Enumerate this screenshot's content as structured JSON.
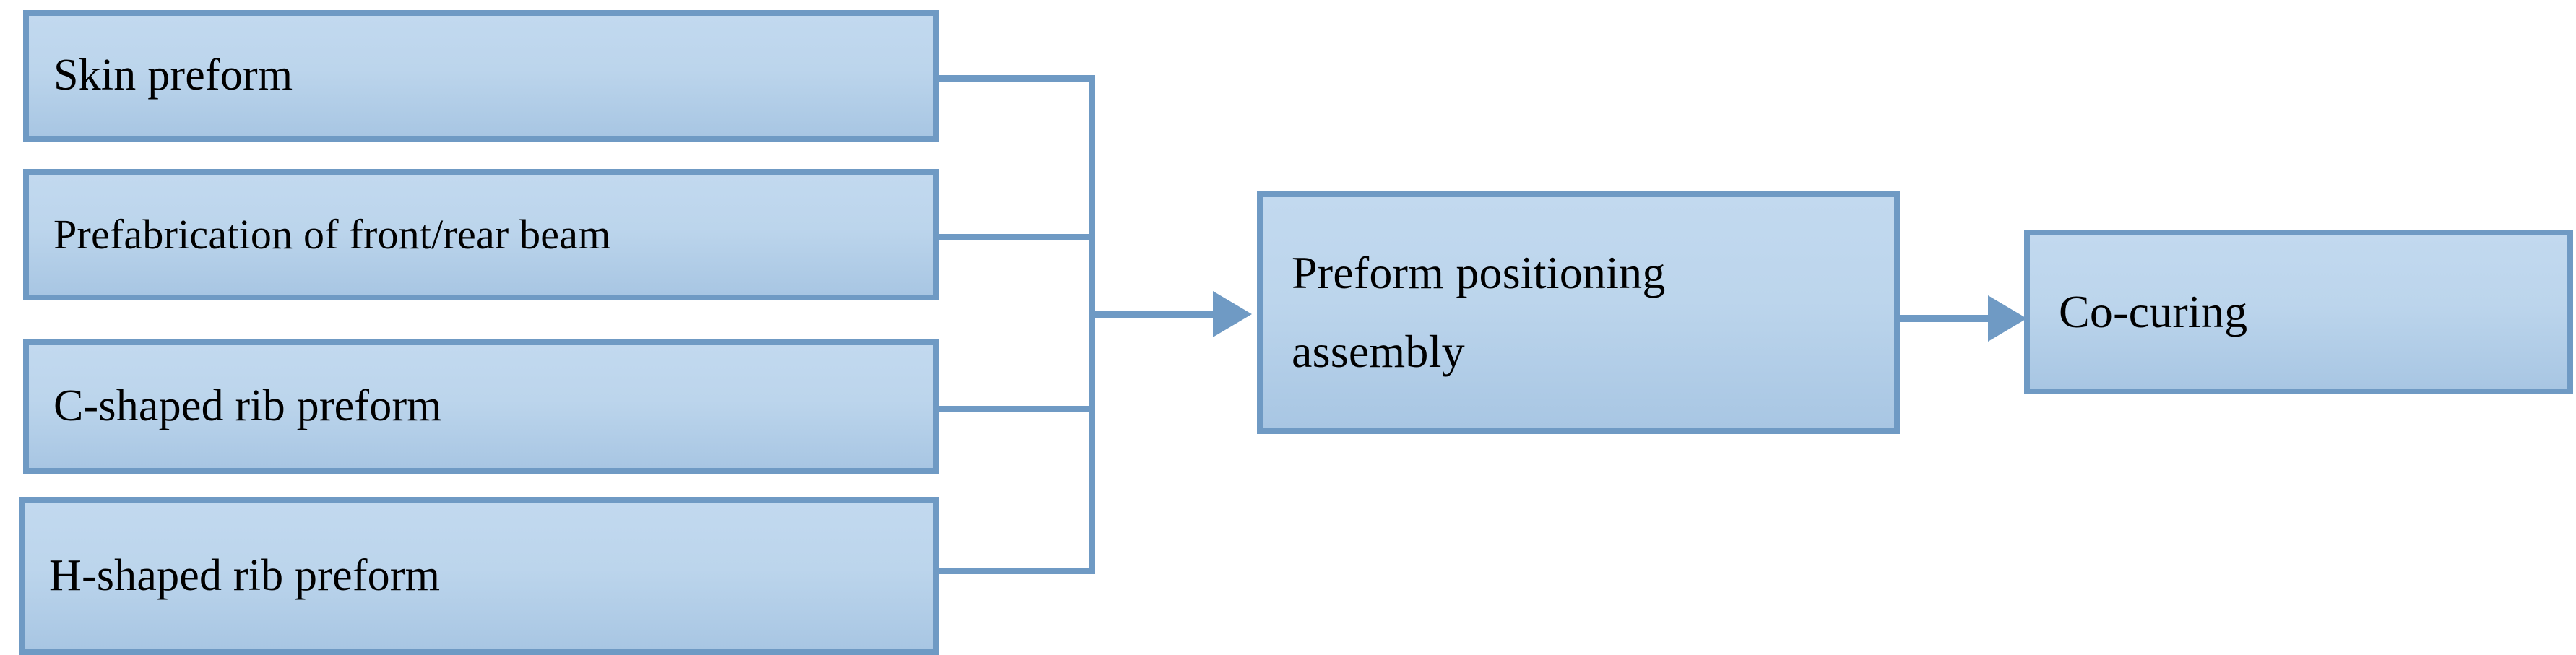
{
  "diagram": {
    "type": "flowchart",
    "orientation": "left-to-right",
    "background_color": "#FFFFFF",
    "box_border_color": "#6F9AC4",
    "box_fill_top_color": "#C2D9EF",
    "box_fill_bottom_color": "#A8C6E3",
    "connector_color": "#6F9AC4",
    "text_color": "#000000",
    "nodes": [
      {
        "id": "skin-preform",
        "label": "Skin preform",
        "column": "inputs",
        "row": 1
      },
      {
        "id": "prefab-beam",
        "label": "Prefabrication of front/rear beam",
        "column": "inputs",
        "row": 2
      },
      {
        "id": "c-rib-preform",
        "label": "C-shaped rib preform",
        "column": "inputs",
        "row": 3
      },
      {
        "id": "h-rib-preform",
        "label": "H-shaped rib preform",
        "column": "inputs",
        "row": 4
      },
      {
        "id": "preform-assembly",
        "label": "Preform positioning\nassembly",
        "column": "stage",
        "row": 1
      },
      {
        "id": "co-curing",
        "label": "Co-curing",
        "column": "final",
        "row": 1
      }
    ],
    "edges": [
      {
        "from": "skin-preform",
        "to": "preform-assembly",
        "style": "orthogonal-merge",
        "arrowhead": false
      },
      {
        "from": "prefab-beam",
        "to": "preform-assembly",
        "style": "orthogonal-merge",
        "arrowhead": false
      },
      {
        "from": "c-rib-preform",
        "to": "preform-assembly",
        "style": "orthogonal-merge",
        "arrowhead": false
      },
      {
        "from": "h-rib-preform",
        "to": "preform-assembly",
        "style": "orthogonal-merge",
        "arrowhead": false
      },
      {
        "from": "merge-point",
        "to": "preform-assembly",
        "style": "straight",
        "arrowhead": true
      },
      {
        "from": "preform-assembly",
        "to": "co-curing",
        "style": "straight",
        "arrowhead": true
      }
    ]
  }
}
